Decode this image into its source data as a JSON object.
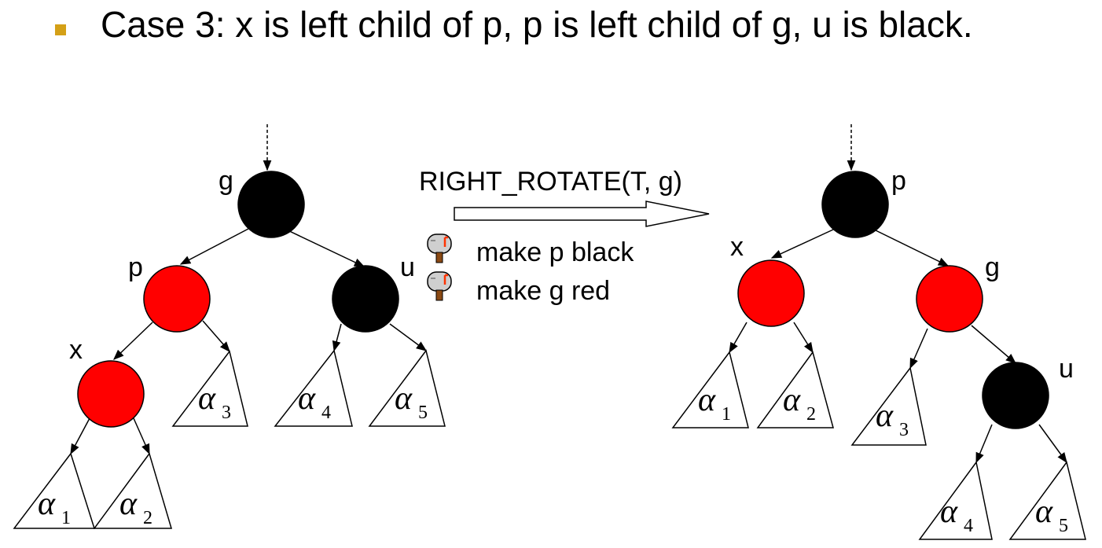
{
  "slide": {
    "heading": "Case 3: x is left child of p, p is left child of g, u is black."
  },
  "operation": {
    "rotate_label": "RIGHT_ROTATE(T, g)",
    "steps": [
      {
        "text": "make p black"
      },
      {
        "text": "make g red"
      }
    ]
  },
  "before_tree": {
    "nodes": {
      "g": "g",
      "p": "p",
      "u": "u",
      "x": "x"
    },
    "subtrees": [
      {
        "sym": "α",
        "sub": "1"
      },
      {
        "sym": "α",
        "sub": "2"
      },
      {
        "sym": "α",
        "sub": "3"
      },
      {
        "sym": "α",
        "sub": "4"
      },
      {
        "sym": "α",
        "sub": "5"
      }
    ]
  },
  "after_tree": {
    "nodes": {
      "p": "p",
      "x": "x",
      "g": "g",
      "u": "u"
    },
    "subtrees": [
      {
        "sym": "α",
        "sub": "1"
      },
      {
        "sym": "α",
        "sub": "2"
      },
      {
        "sym": "α",
        "sub": "3"
      },
      {
        "sym": "α",
        "sub": "4"
      },
      {
        "sym": "α",
        "sub": "5"
      }
    ]
  },
  "colors": {
    "black_node": "#000000",
    "red_node": "#ff0000",
    "bullet": "#d4a017"
  }
}
